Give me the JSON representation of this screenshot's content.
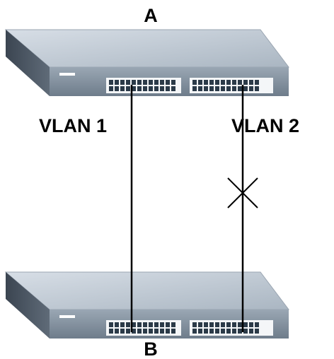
{
  "diagram": {
    "switch_top_label": "A",
    "switch_bottom_label": "B",
    "vlan1_label": "VLAN 1",
    "vlan2_label": "VLAN 2",
    "links": [
      {
        "vlan": "VLAN 1",
        "status": "connected"
      },
      {
        "vlan": "VLAN 2",
        "status": "blocked"
      }
    ],
    "colors": {
      "switch_top": "#c5cdd6",
      "switch_front": "#8391a0",
      "switch_side": "#4b5663",
      "panel": "#e9eef3",
      "port": "#2b3a48",
      "cable": "#000000"
    }
  }
}
